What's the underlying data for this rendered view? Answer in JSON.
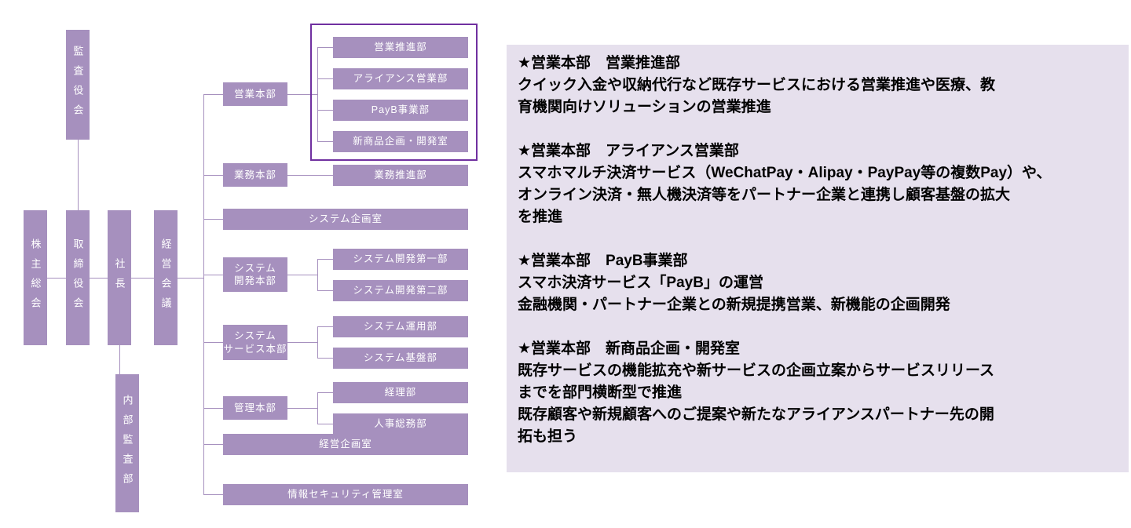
{
  "org_chart": {
    "governance": {
      "audit_committee": "監査役会",
      "shareholders_meeting": "株主総会",
      "board_of_directors": "取締役会",
      "president": "社長",
      "management_council": "経営会議",
      "internal_audit_dept": "内部監査部"
    },
    "departments": [
      {
        "label": "営業本部",
        "highlighted": true,
        "children": [
          "営業推進部",
          "アライアンス営業部",
          "PayB事業部",
          "新商品企画・開発室"
        ]
      },
      {
        "label": "業務本部",
        "children": [
          "業務推進部"
        ]
      },
      {
        "label": "システム企画室",
        "children": []
      },
      {
        "label": "システム\n開発本部",
        "children": [
          "システム開発第一部",
          "システム開発第二部"
        ]
      },
      {
        "label": "システム\nサービス本部",
        "children": [
          "システム運用部",
          "システム基盤部"
        ]
      },
      {
        "label": "管理本部",
        "children": [
          "経理部",
          "人事総務部"
        ]
      },
      {
        "label": "経営企画室",
        "children": []
      },
      {
        "label": "情報セキュリティ管理室",
        "children": []
      }
    ]
  },
  "panel": {
    "sections": [
      {
        "title": "★営業本部　営業推進部",
        "lines": [
          "クイック入金や収納代行など既存サービスにおける営業推進や医療、教",
          "育機関向けソリューションの営業推進"
        ]
      },
      {
        "title": "★営業本部　アライアンス営業部",
        "lines": [
          "スマホマルチ決済サービス（WeChatPay・Alipay・PayPay等の複数Pay）や、",
          "オンライン決済・無人機決済等をパートナー企業と連携し顧客基盤の拡大",
          "を推進"
        ]
      },
      {
        "title": "★営業本部　PayB事業部",
        "lines": [
          "スマホ決済サービス「PayB」の運営",
          "金融機関・パートナー企業との新規提携営業、新機能の企画開発"
        ]
      },
      {
        "title": "★営業本部　新商品企画・開発室",
        "lines": [
          "既存サービスの機能拡充や新サービスの企画立案からサービスリリース",
          "までを部門横断型で推進",
          "既存顧客や新規顧客へのご提案や新たなアライアンスパートナー先の開",
          "拓も担う"
        ]
      }
    ]
  },
  "colors": {
    "box_fill": "#A690BE",
    "box_text": "#FFFFFF",
    "connector": "#A690BE",
    "highlight_border": "#7030A0",
    "panel_background": "#E6E0ED",
    "panel_text": "#000000"
  }
}
